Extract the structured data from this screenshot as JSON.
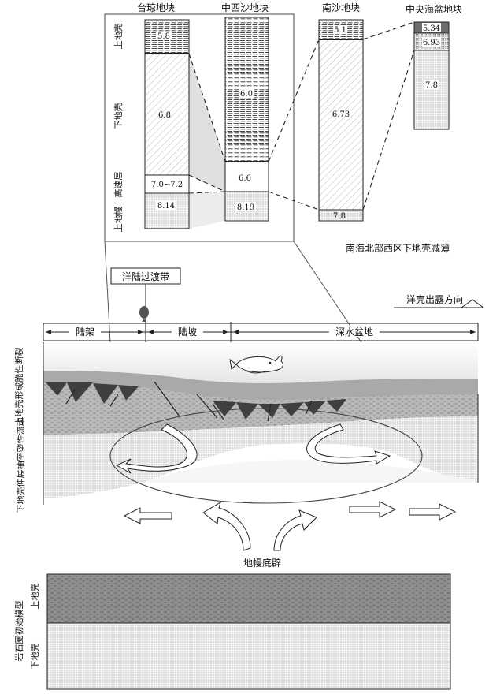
{
  "columns": {
    "taiqiong": "台琼地块",
    "zhongxisha": "中西沙地块",
    "nansha": "南沙地块",
    "zhongyang": "中央海盆地块"
  },
  "layers": {
    "upper_crust": "上地壳",
    "lower_crust": "下地壳",
    "high_velocity": "高速层",
    "upper_mantle": "上地幔"
  },
  "values": {
    "tq_upper": "5.8",
    "tq_lower": "6.8",
    "tq_high": "7.0~7.2",
    "tq_mantle": "8.14",
    "zx_upper": "6.0",
    "zx_high": "6.6",
    "zx_mantle": "8.19",
    "ns_upper": "5.1",
    "ns_lower": "6.73",
    "ns_mantle": "7.8",
    "zy_1": "5.34",
    "zy_2": "6.93",
    "zy_3": "7.8"
  },
  "caption_top": "南海北部西区下地壳减薄",
  "transition_label": "洋陆过渡带",
  "ocean_crust_direction": "洋壳出露方向",
  "zones": {
    "shelf": "陆架",
    "slope": "陆坡",
    "basin": "深水盆地"
  },
  "side_labels": {
    "upper_brittle": "上地壳形成脆性断裂",
    "lower_ductile": "下地壳伸展抽空塑性流动"
  },
  "mantle_upwelling": "地幔底辟",
  "initial_model": {
    "title": "岩石圈初始模型",
    "upper": "上地壳",
    "lower": "下地壳"
  }
}
